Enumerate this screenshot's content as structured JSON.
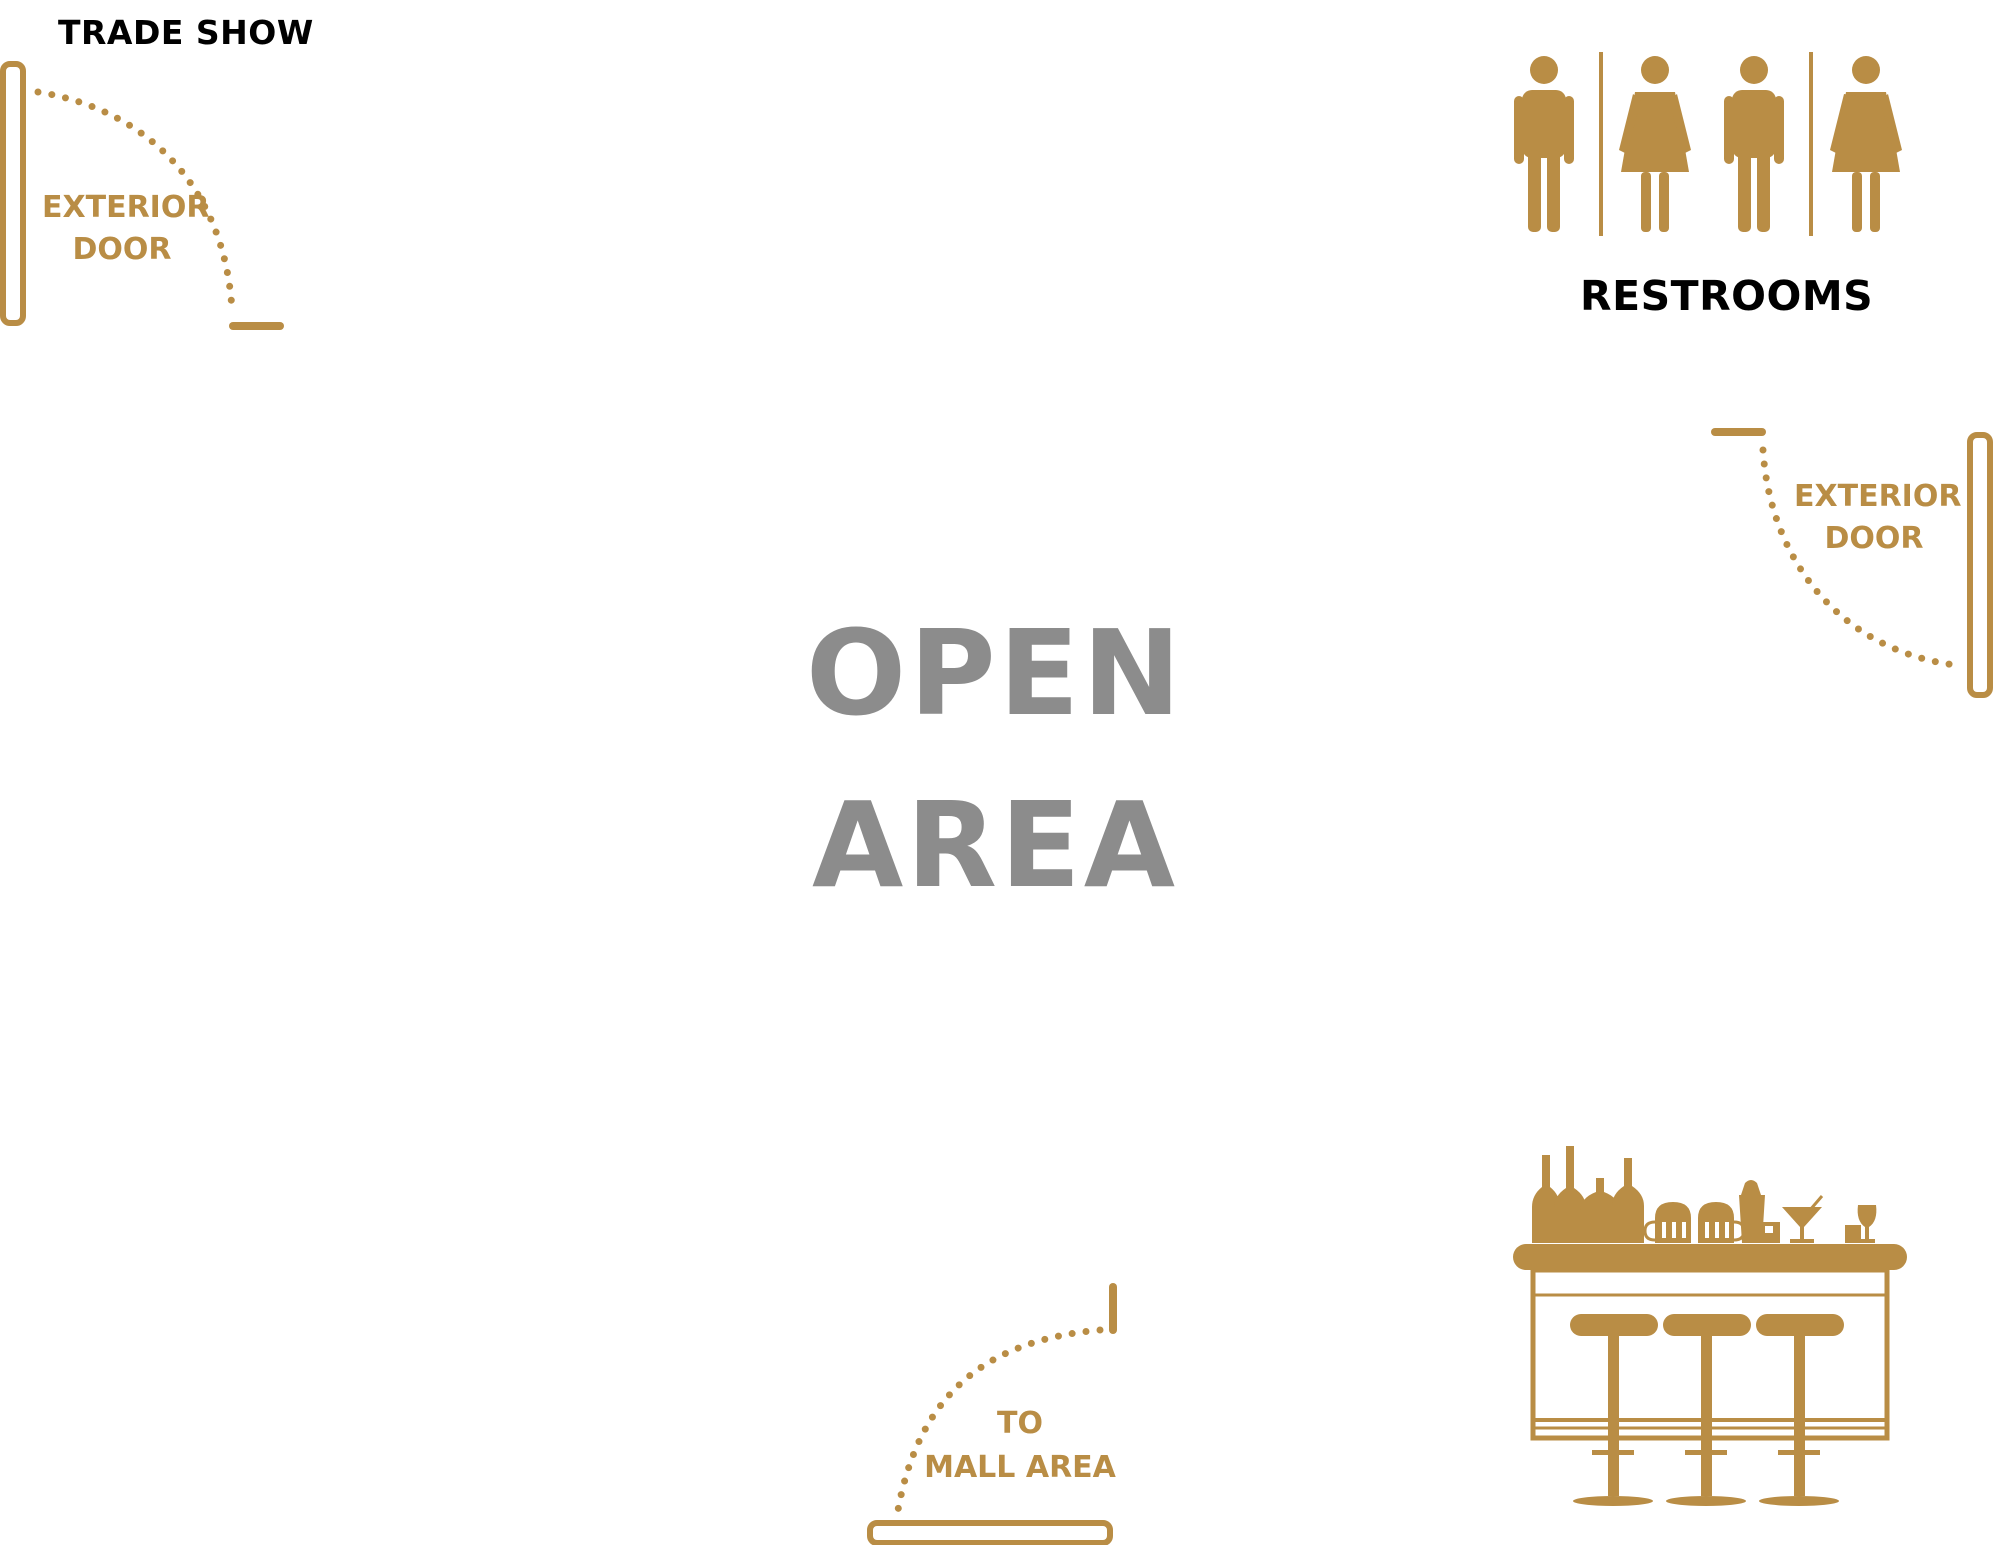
{
  "labels": {
    "trade_show": "TRADE SHOW",
    "restrooms": "RESTROOMS",
    "exterior_door_left_line1": "EXTERIOR",
    "exterior_door_left_line2": "DOOR",
    "exterior_door_right_line1": "EXTERIOR",
    "exterior_door_right_line2": "DOOR",
    "mall_line1": "TO",
    "mall_line2": "MALL AREA",
    "open_area_line1": "OPEN",
    "open_area_line2": "AREA"
  },
  "colors": {
    "accent_gold": "#b98d45",
    "label_dark": "#000000",
    "open_area_gray": "#8c8c8c",
    "background": "#ffffff"
  },
  "icons": {
    "restroom_signs": [
      "man-icon",
      "woman-icon",
      "man-icon",
      "woman-icon"
    ],
    "bar": "bar-counter-icon"
  }
}
